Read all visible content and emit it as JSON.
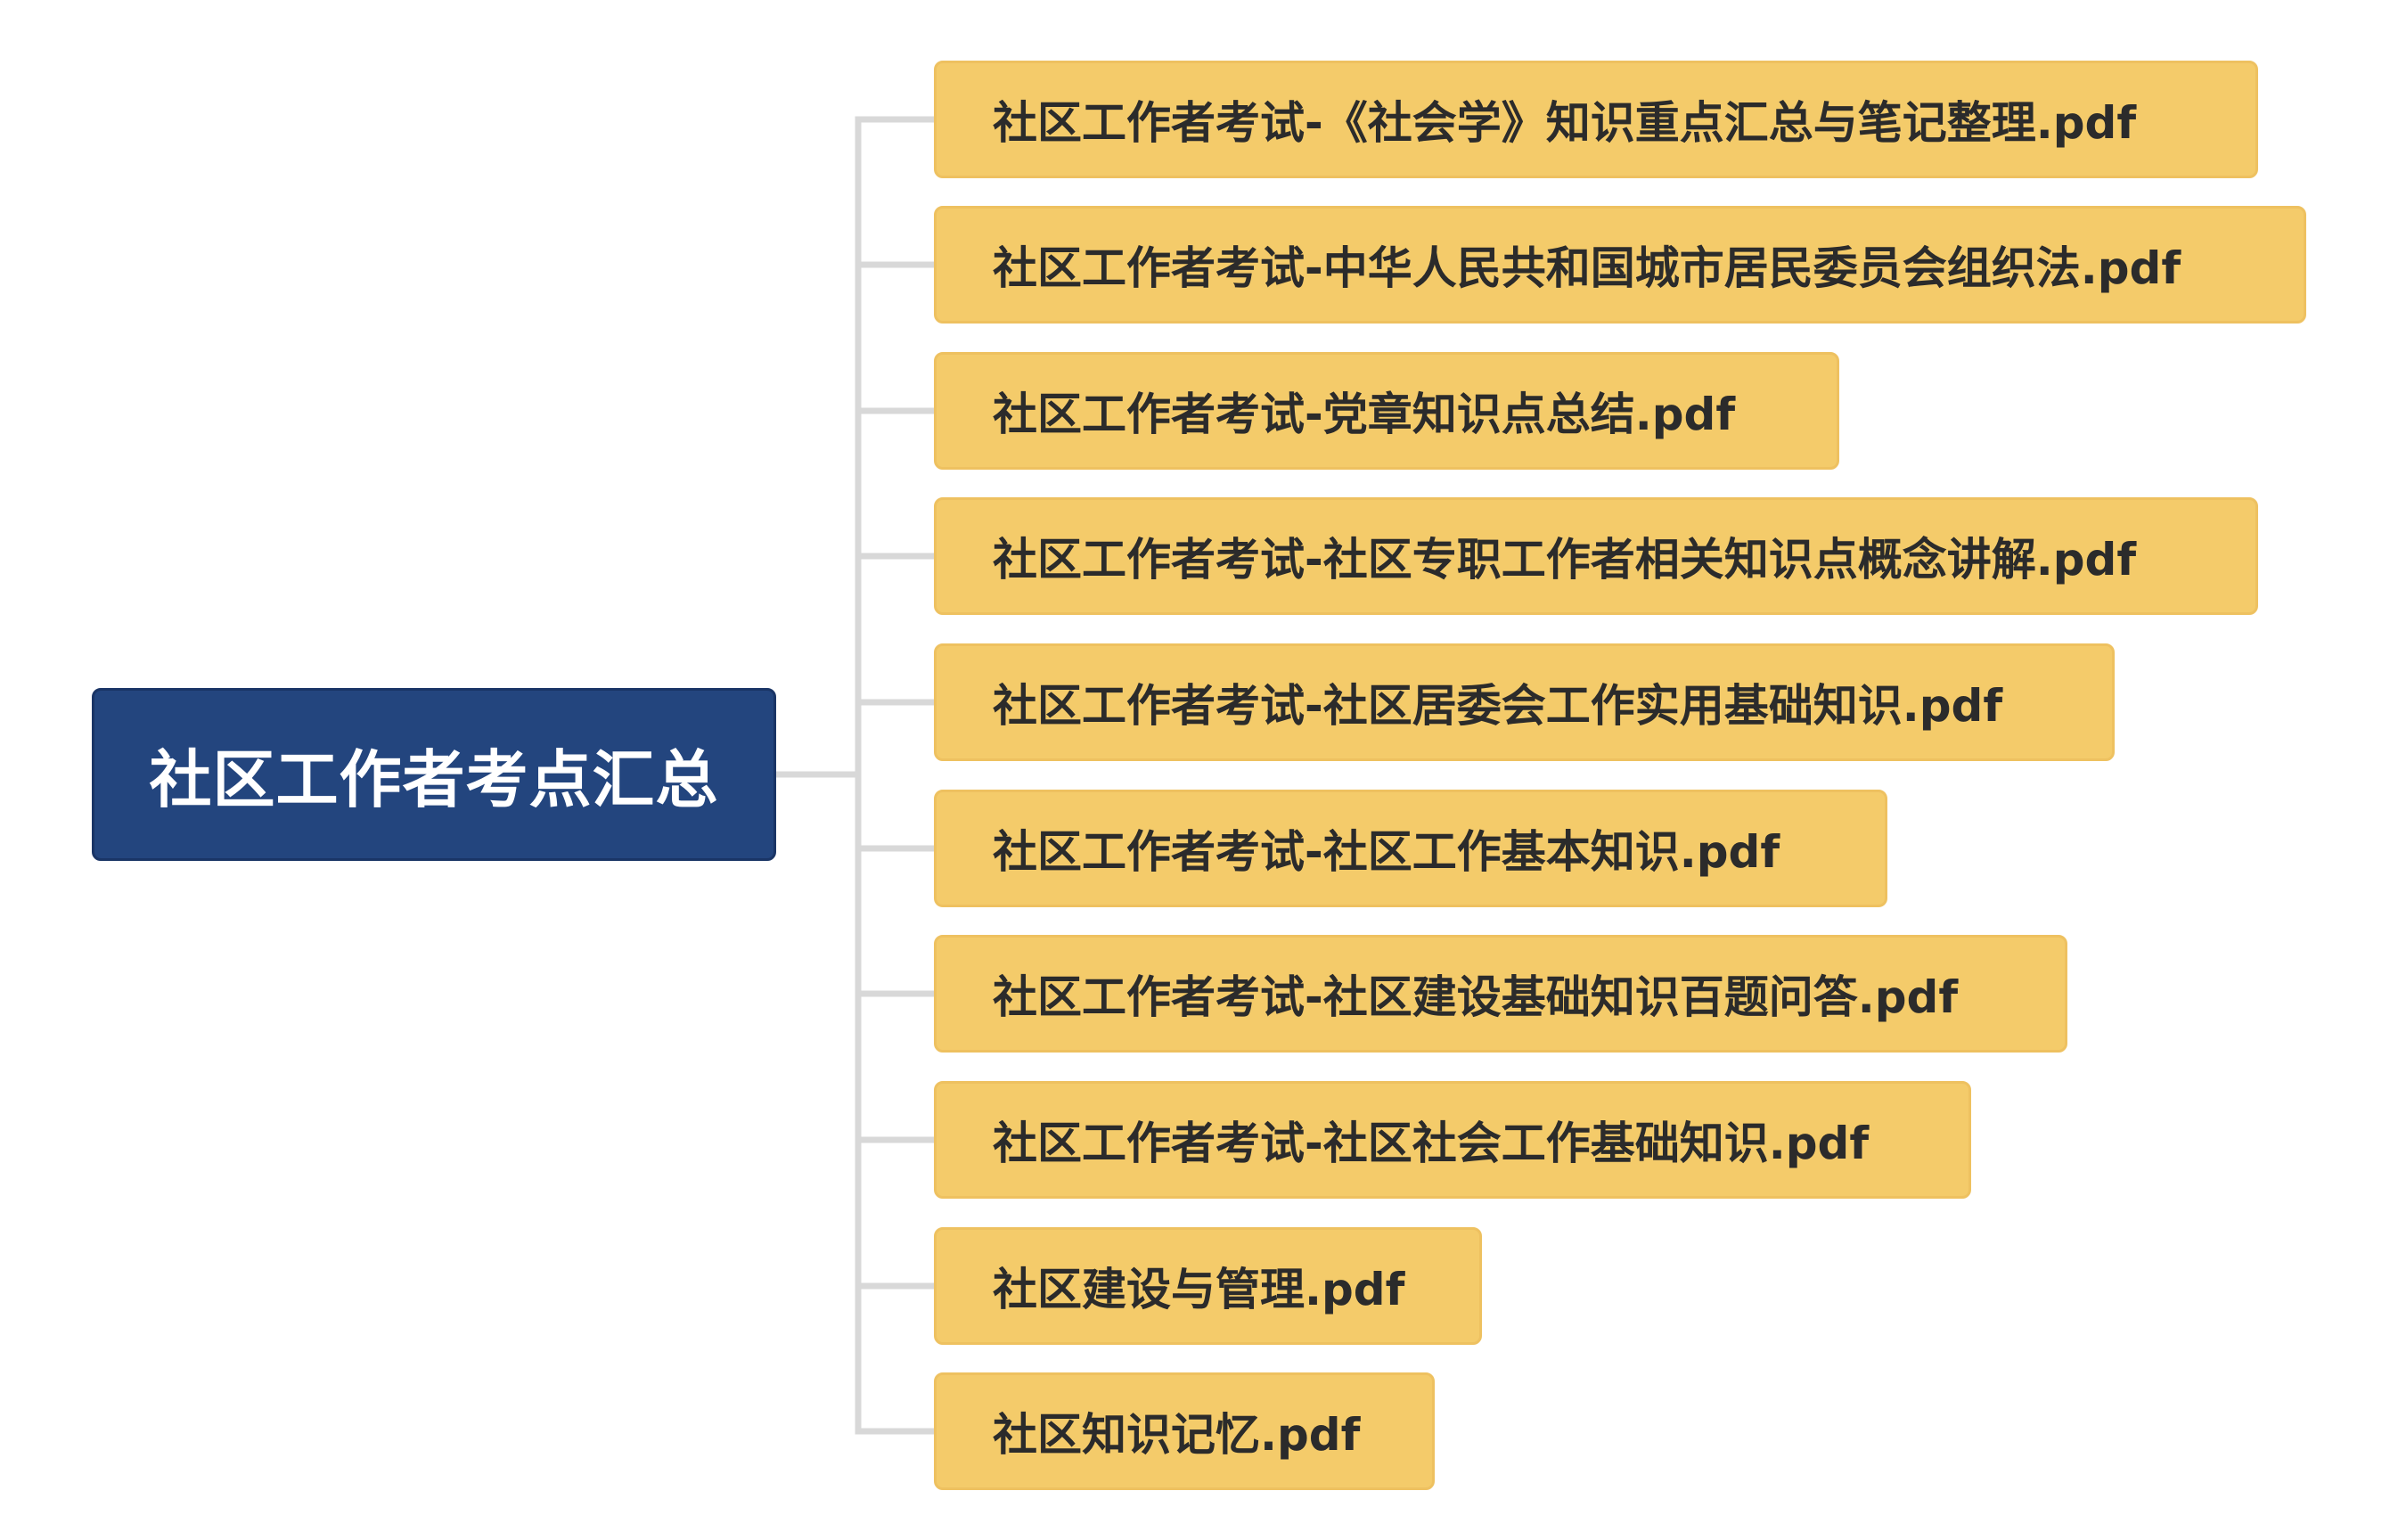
{
  "colors": {
    "background": "#ffffff",
    "root_fill": "#23457e",
    "root_border": "#1a3566",
    "root_text": "#ffffff",
    "leaf_fill": "#f4cb6a",
    "leaf_border": "#eec160",
    "leaf_text": "#2b2b2b",
    "connector": "#d8d8d8"
  },
  "root": {
    "label": "社区工作者考点汇总"
  },
  "children": [
    {
      "label": "社区工作者考试-《社会学》知识重点汇总与笔记整理.pdf"
    },
    {
      "label": "社区工作者考试-中华人民共和国城市居民委员会组织法.pdf"
    },
    {
      "label": "社区工作者考试-党章知识点总结.pdf"
    },
    {
      "label": "社区工作者考试-社区专职工作者相关知识点概念讲解.pdf"
    },
    {
      "label": "社区工作者考试-社区居委会工作实用基础知识.pdf"
    },
    {
      "label": "社区工作者考试-社区工作基本知识.pdf"
    },
    {
      "label": "社区工作者考试-社区建设基础知识百题问答.pdf"
    },
    {
      "label": "社区工作者考试-社区社会工作基础知识.pdf"
    },
    {
      "label": "社区建设与管理.pdf"
    },
    {
      "label": "社区知识记忆.pdf"
    }
  ]
}
